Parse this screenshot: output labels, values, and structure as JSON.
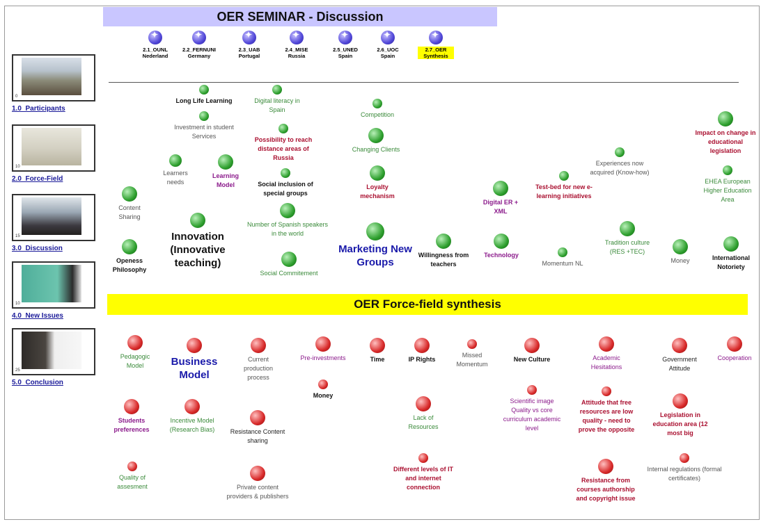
{
  "title": "OER SEMINAR - Discussion",
  "synthesis_title": "OER Force-field synthesis",
  "tabs": [
    {
      "code": "2.1_OUNL",
      "sub": "Nederland"
    },
    {
      "code": "2.2_FERNUNI",
      "sub": "Germany"
    },
    {
      "code": "2.3_UAB",
      "sub": "Portugal"
    },
    {
      "code": "2.4_MISE",
      "sub": "Russia"
    },
    {
      "code": "2.5_UNED",
      "sub": "Spain"
    },
    {
      "code": "2.6_UOC",
      "sub": "Spain"
    },
    {
      "code": "2.7_OER",
      "sub": "Synthesis"
    }
  ],
  "thumbs": [
    {
      "label": "1.0_Participants",
      "num": "0"
    },
    {
      "label": "2.0_Force-Field",
      "num": "10"
    },
    {
      "label": "3.0_Discussion",
      "num": "15"
    },
    {
      "label": "4.0_New Issues",
      "num": "10"
    },
    {
      "label": "5.0_Conclusion",
      "num": "25"
    }
  ],
  "positive": [
    "Long Life Learning",
    "Investment in student Services",
    "Digital literacy in Spain",
    "Possibility to reach distance areas of Russia",
    "Competition",
    "Changing Clients",
    "Impact on change in educational legislation",
    "Learners needs",
    "Learning Model",
    "Social inclusion of special groups",
    "Loyalty mechanism",
    "Experiences now acquired (Know-how)",
    "Test-bed for new e-learning initiatives",
    "EHEA European Higher Education Area",
    "Content Sharing",
    "Digital ER + XML",
    "Number of Spanish speakers in the world",
    "Innovation (Innovative teaching)",
    "Marketing New Groups",
    "Openess Philosophy",
    "Social Commitement",
    "Willingness from teachers",
    "Technology",
    "Momentum NL",
    "Tradition culture (RES +TEC)",
    "Money",
    "International Notoriety"
  ],
  "negative": [
    "Pedagogic Model",
    "Business Model",
    "Current production process",
    "Pre-investments",
    "Time",
    "IP Rights",
    "Missed Momentum",
    "New Culture",
    "Academic Hesitations",
    "Government Attitude",
    "Cooperation",
    "Money",
    "Scientific image Quality vs core curriculum academic level",
    "Students preferences",
    "Incentive Model (Research Bias)",
    "Resistance Content sharing",
    "Lack of Resources",
    "Attitude that free resources are low quality - need to prove the opposite",
    "Legislation in education area (12 most big",
    "Quality of assesment",
    "Different levels of IT and internet connection",
    "Private content providers & publishers",
    "Resistance from courses authorship and copyright issue",
    "Internal regulations (formal certificates)"
  ]
}
